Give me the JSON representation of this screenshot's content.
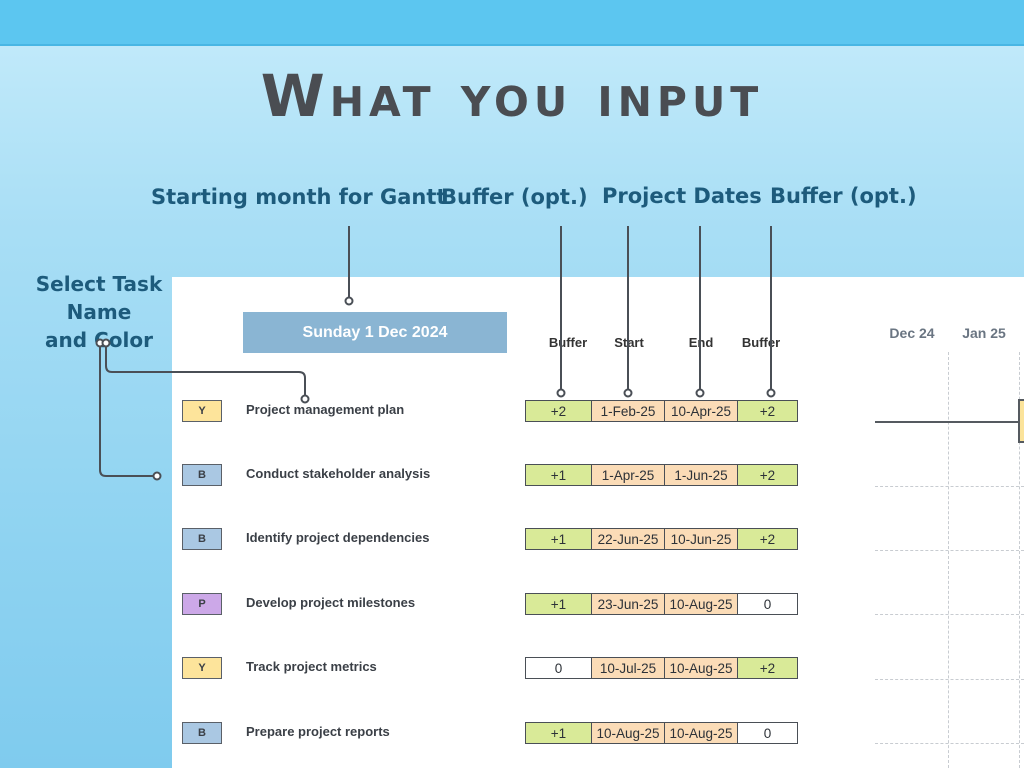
{
  "title": "What you input",
  "callouts": {
    "starting_month": "Starting month for Gantt",
    "buffer_left": "Buffer (opt.)",
    "project_dates": "Project Dates",
    "buffer_right": "Buffer (opt.)",
    "task_line1": "Select Task Name",
    "task_line2": "and Color"
  },
  "sheet": {
    "start_date": "Sunday 1 Dec 2024",
    "columns": [
      "Buffer",
      "Start",
      "End",
      "Buffer"
    ],
    "months": [
      "Dec 24",
      "Jan 25"
    ],
    "rows": [
      {
        "color": "Y",
        "task": "Project management plan",
        "buffer_before": "+2",
        "start": "1-Feb-25",
        "end": "10-Apr-25",
        "buffer_after": "+2"
      },
      {
        "color": "B",
        "task": "Conduct stakeholder analysis",
        "buffer_before": "+1",
        "start": "1-Apr-25",
        "end": "1-Jun-25",
        "buffer_after": "+2"
      },
      {
        "color": "B",
        "task": "Identify project dependencies",
        "buffer_before": "+1",
        "start": "22-Jun-25",
        "end": "10-Jun-25",
        "buffer_after": "+2"
      },
      {
        "color": "P",
        "task": "Develop project milestones",
        "buffer_before": "+1",
        "start": "23-Jun-25",
        "end": "10-Aug-25",
        "buffer_after": "0"
      },
      {
        "color": "Y",
        "task": "Track project metrics",
        "buffer_before": "0",
        "start": "10-Jul-25",
        "end": "10-Aug-25",
        "buffer_after": "+2"
      },
      {
        "color": "B",
        "task": "Prepare project reports",
        "buffer_before": "+1",
        "start": "10-Aug-25",
        "end": "10-Aug-25",
        "buffer_after": "0"
      }
    ]
  },
  "colors": {
    "yellow_tag": "#fde49b",
    "blue_tag": "#aac8e3",
    "purple_tag": "#cca8e8",
    "buffer_green": "#d9ea98",
    "date_peach": "#fbdcb7",
    "title_text": "#4a4d52",
    "callout_text": "#1d5b7c"
  }
}
